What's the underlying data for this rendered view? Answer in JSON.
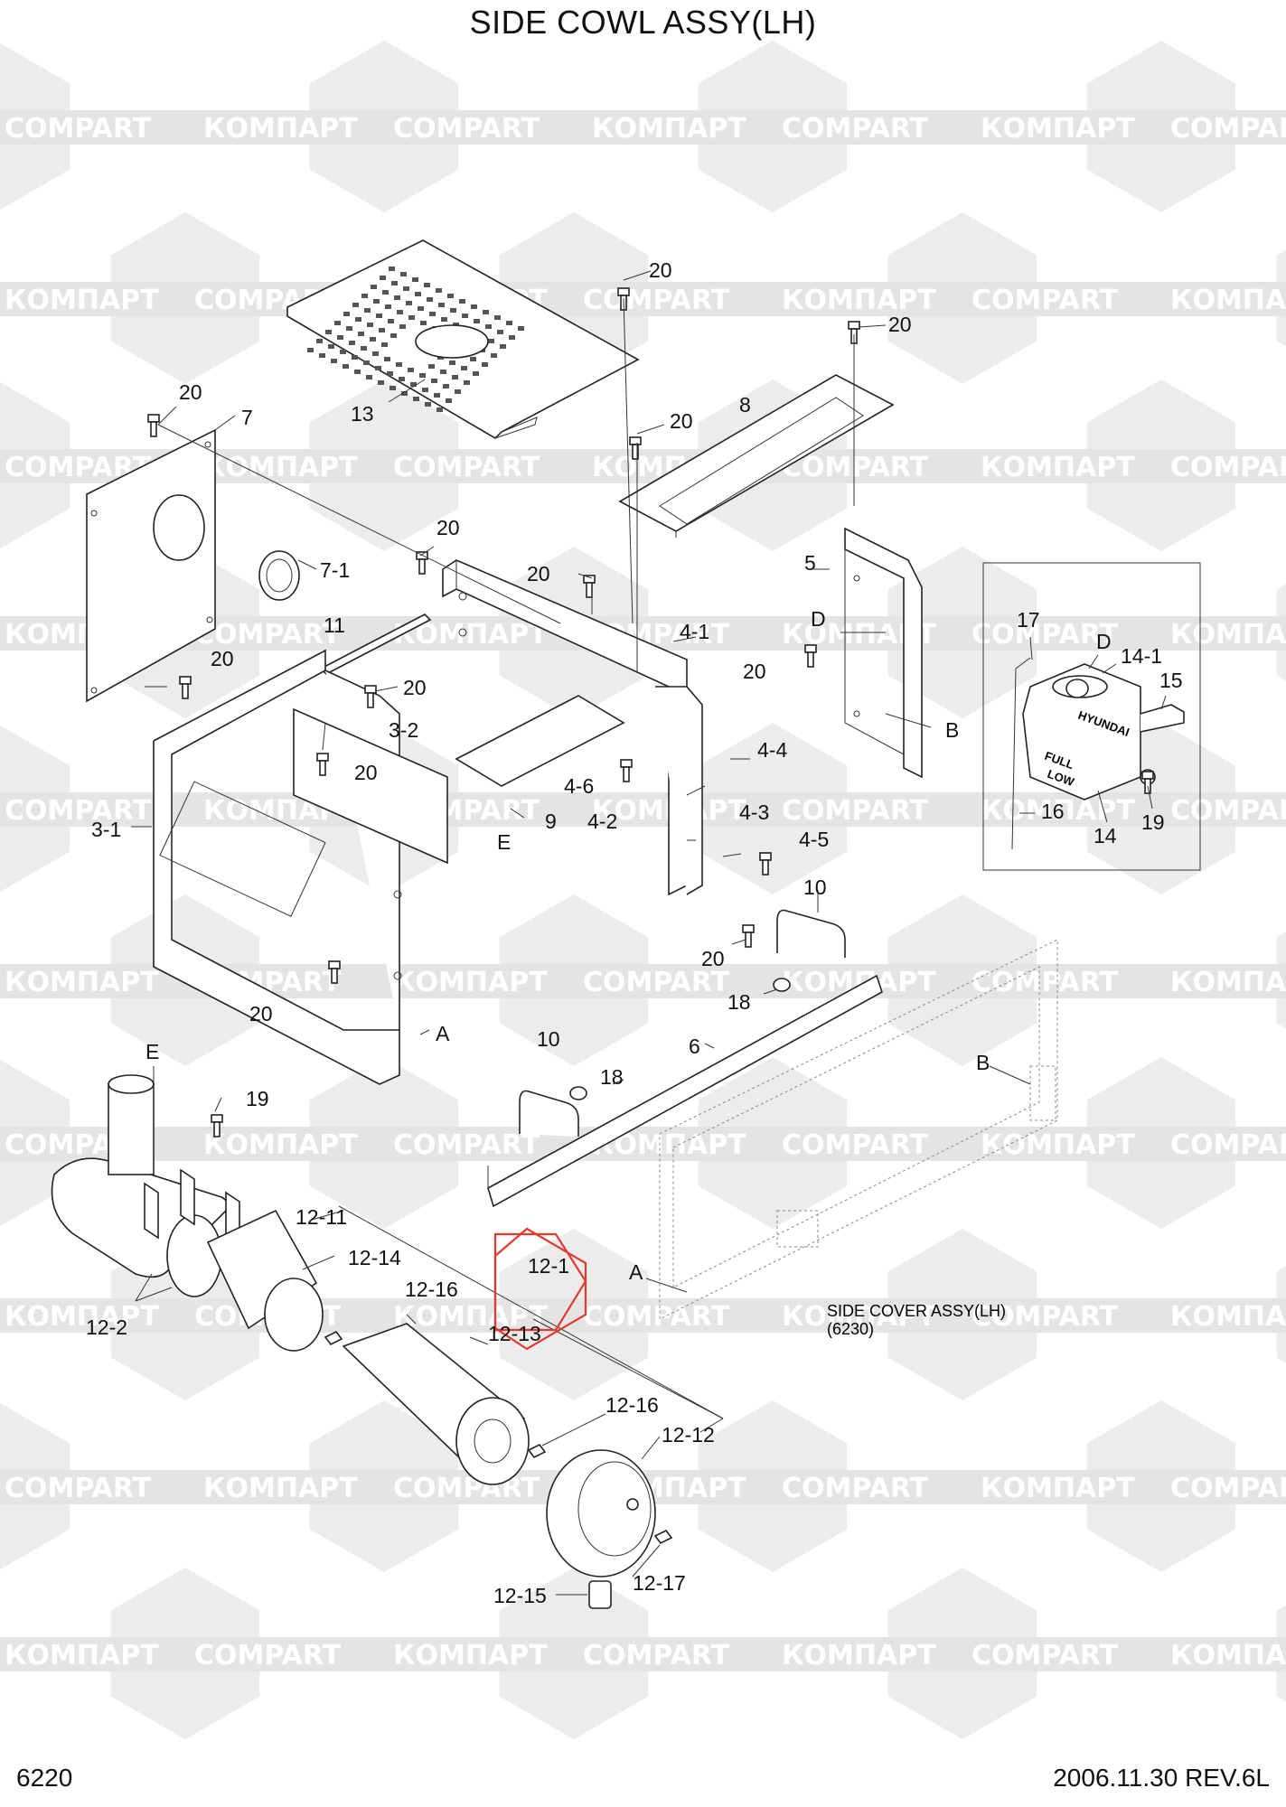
{
  "title": "SIDE COWL ASSY(LH)",
  "page_number": "6220",
  "date_revision": "2006.11.30  REV.6L",
  "watermark": {
    "text_cyrillic": "КОМПАРТ",
    "text_latin": "COMPART"
  },
  "labels": {
    "l20a": "20",
    "l20b": "20",
    "l20c": "20",
    "l20d": "20",
    "l20e": "20",
    "l20f": "20",
    "l20g": "20",
    "l20h": "20",
    "l20i": "20",
    "l20j": "20",
    "l20k": "20",
    "l20l": "20",
    "l13": "13",
    "l7": "7",
    "l7_1": "7-1",
    "l8": "8",
    "l11": "11",
    "l5": "5",
    "lD1": "D",
    "l4_1": "4-1",
    "l3_2": "3-2",
    "l3_1": "3-1",
    "lB1": "B",
    "l4_4": "4-4",
    "l4_6": "4-6",
    "l9": "9",
    "lE1": "E",
    "l4_2": "4-2",
    "l4_3": "4-3",
    "l4_5": "4-5",
    "l10a": "10",
    "lA1": "A",
    "l18a": "18",
    "l6": "6",
    "l10b": "10",
    "l18b": "18",
    "lE2": "E",
    "l19a": "19",
    "lB2": "B",
    "l12_11": "12-11",
    "l12_14": "12-14",
    "l12_1": "12-1",
    "lA2": "A",
    "l12_16a": "12-16",
    "l12_2": "12-2",
    "l12_13": "12-13",
    "l12_16b": "12-16",
    "l12_12": "12-12",
    "l12_15": "12-15",
    "l12_17": "12-17",
    "l17": "17",
    "lD2": "D",
    "l14_1": "14-1",
    "l15": "15",
    "l16": "16",
    "l14": "14",
    "l19b": "19"
  },
  "tank": {
    "brand": "HYUNDAI",
    "full": "FULL",
    "low": "LOW"
  },
  "side_cover": {
    "name": "SIDE COVER ASSY(LH)",
    "ref": "(6230)"
  }
}
